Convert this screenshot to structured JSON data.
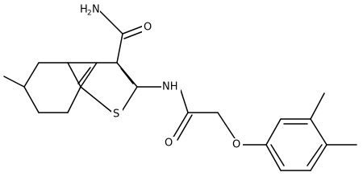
{
  "labels": {
    "amide_nh2": {
      "main": "H",
      "sub": "2",
      "tail": "N"
    },
    "amide_o": "O",
    "nh": "NH",
    "sulfur": "S",
    "carbonyl_o": "O",
    "ether_o": "O"
  },
  "colors": {
    "bond": "#000000",
    "text": "#000000",
    "background": "#ffffff"
  }
}
